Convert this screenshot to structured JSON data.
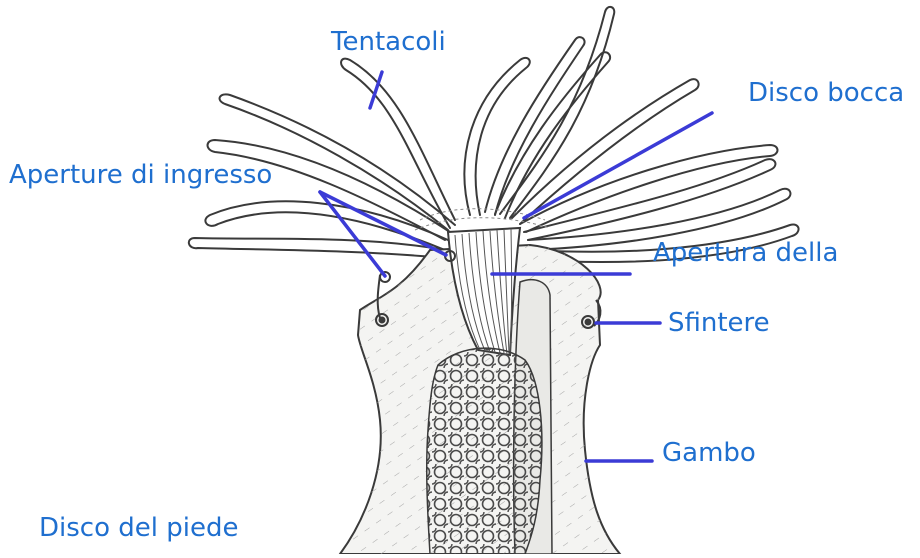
{
  "colors": {
    "label_text": "#1f6fcf",
    "leader_line": "#3b3bd6",
    "outline": "#3a3a3a",
    "body_fill": "#f4f4f2",
    "hatch": "#9a9a9a",
    "tissue": "#5a5a5a"
  },
  "labels": {
    "tentacoli": "Tentacoli",
    "disco_bocca": "Disco bocca",
    "aperture_ingresso": "Aperture di ingresso",
    "apertura_della": "Apertura della",
    "sfintere": "Sfintere",
    "gambo": "Gambo",
    "disco_piede": "Disco del piede"
  }
}
